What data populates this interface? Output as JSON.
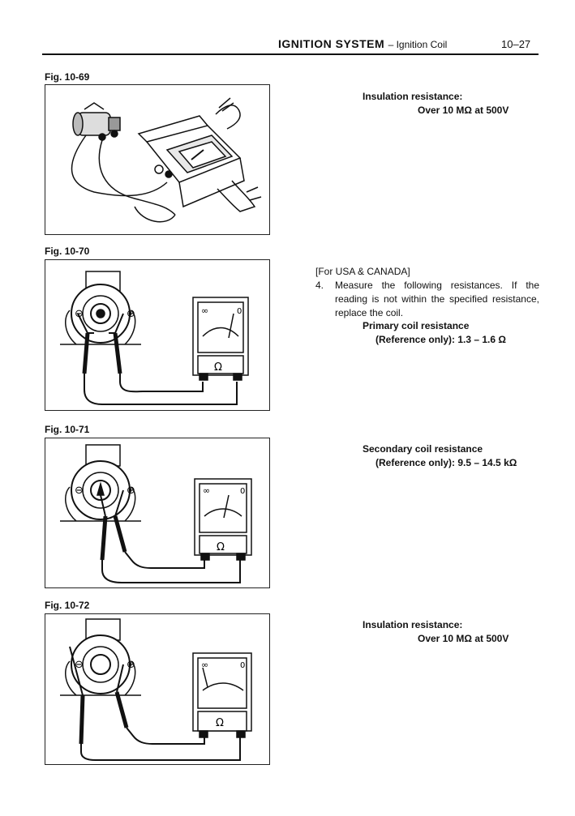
{
  "header": {
    "title": "IGNITION SYSTEM",
    "subtitle": "– Ignition Coil",
    "page": "10–27"
  },
  "figures": [
    {
      "label": "Fig. 10-69"
    },
    {
      "label": "Fig. 10-70"
    },
    {
      "label": "Fig. 10-71"
    },
    {
      "label": "Fig. 10-72"
    }
  ],
  "meter": {
    "ohm_symbol": "Ω",
    "infinity": "∞",
    "zero": "0"
  },
  "coil_terminals": {
    "neg": "⊖",
    "pos": "⊕"
  },
  "section1": {
    "line1": "Insulation resistance:",
    "line2": "Over 10 MΩ at 500V"
  },
  "section2": {
    "region": "[For USA & CANADA]",
    "step_num": "4.",
    "step_line1": "Measure the following resistances. If the",
    "step_line2": "reading is not within the specified resistance,",
    "step_line3": "replace the coil.",
    "spec_line1": "Primary coil resistance",
    "spec_line2": "(Reference only):  1.3 – 1.6 Ω"
  },
  "section3": {
    "line1": "Secondary coil resistance",
    "line2": "(Reference only):  9.5 – 14.5 kΩ"
  },
  "section4": {
    "line1": "Insulation resistance:",
    "line2": "Over 10 MΩ at 500V"
  }
}
